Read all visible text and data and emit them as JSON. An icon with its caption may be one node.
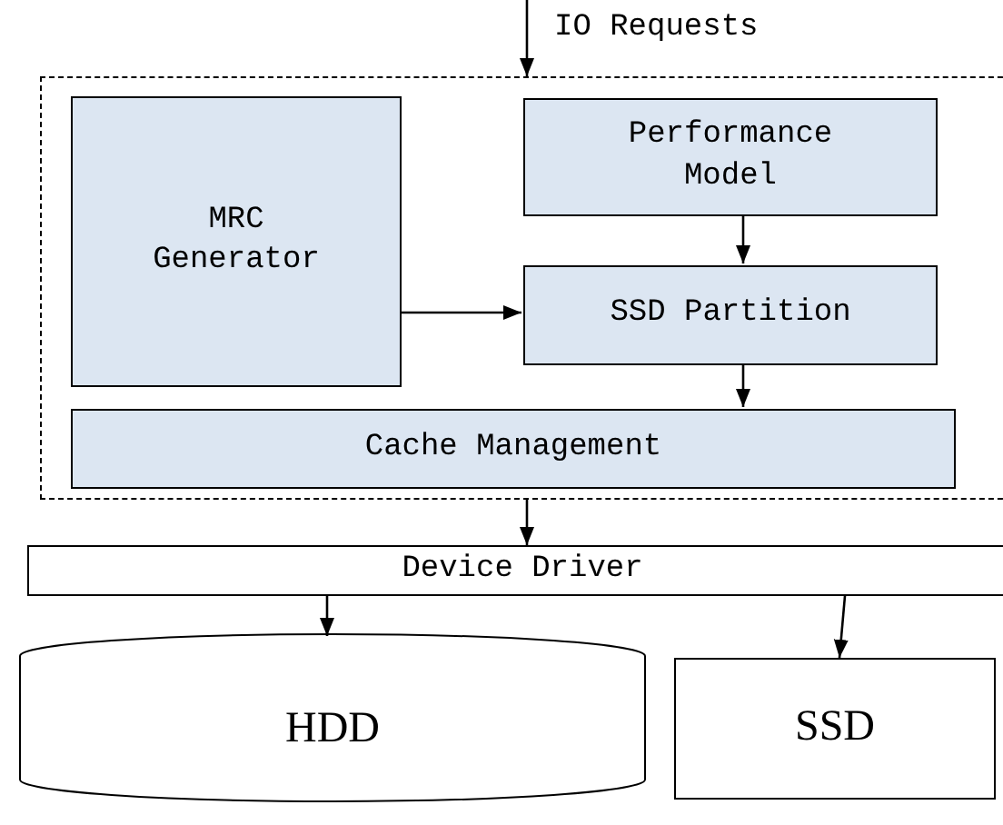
{
  "diagram": {
    "nodes": [
      {
        "text": [],
        "shape": "box"
      },
      {
        "text": [
          "MRC Generator"
        ],
        "in": 0
      },
      {
        "text": [
          "Performance Model"
        ],
        "in": 0
      },
      {
        "text": [
          "SSD Partition"
        ],
        "in": 0
      },
      {
        "text": [
          "Cache Management"
        ],
        "in": 0
      },
      {
        "text": [
          "Device Driver"
        ]
      },
      {
        "text": [
          "HDD"
        ]
      },
      {
        "text": [
          "SSD"
        ]
      }
    ],
    "edges": [
      {
        "from": null,
        "to": 0,
        "arrow": "to",
        "label": "IO Requests"
      },
      {
        "from": 2,
        "to": 3,
        "arrow": "to"
      },
      {
        "from": 1,
        "to": 3,
        "arrow": "to"
      },
      {
        "from": 3,
        "to": 4,
        "arrow": "to"
      },
      {
        "from": 0,
        "to": 5,
        "arrow": "to"
      },
      {
        "from": 5,
        "to": 6,
        "arrow": "to"
      },
      {
        "from": 5,
        "to": 7,
        "arrow": "to"
      }
    ]
  }
}
